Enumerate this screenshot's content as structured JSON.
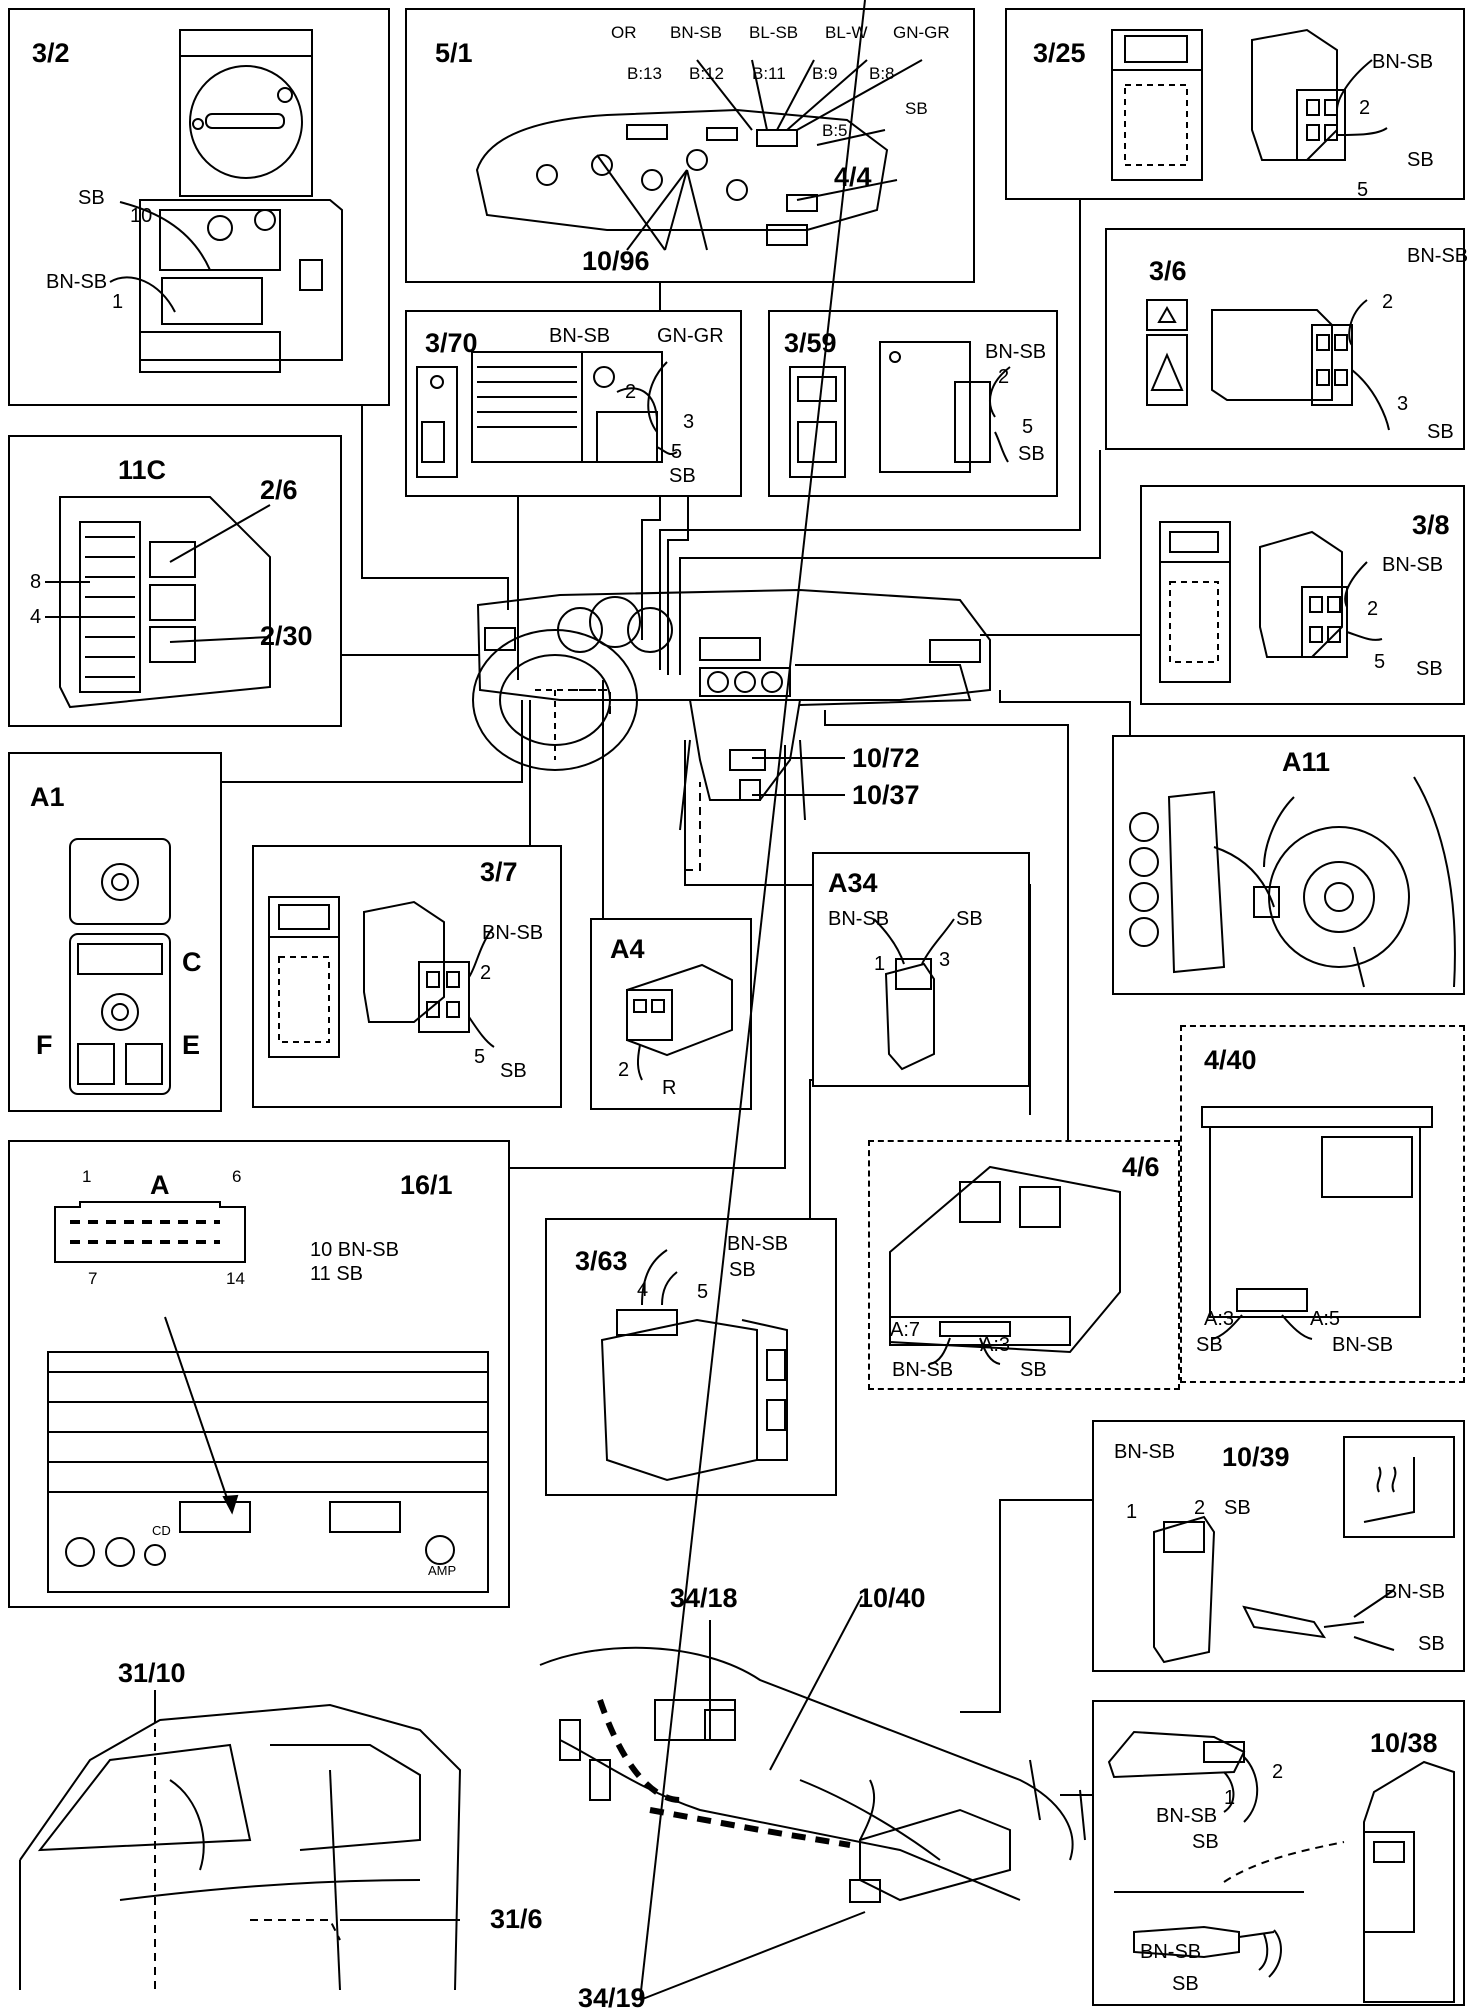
{
  "components": {
    "c3_2": {
      "id": "3/2",
      "wires": [
        "SB",
        "BN-SB"
      ],
      "pins": [
        "10",
        "1"
      ]
    },
    "c5_1": {
      "id": "5/1",
      "wires": [
        "OR",
        "BN-SB",
        "BL-SB",
        "BL-W",
        "GN-GR",
        "SB"
      ],
      "pins": [
        "B:13",
        "B:12",
        "B:11",
        "B:9",
        "B:8",
        "B:5"
      ],
      "sub": [
        "4/4",
        "10/96"
      ]
    },
    "c3_25": {
      "id": "3/25",
      "wires": [
        "BN-SB",
        "SB"
      ],
      "pins": [
        "2",
        "5"
      ]
    },
    "c3_6": {
      "id": "3/6",
      "wires": [
        "BN-SB",
        "SB"
      ],
      "pins": [
        "2",
        "3"
      ]
    },
    "c3_70": {
      "id": "3/70",
      "wires": [
        "BN-SB",
        "GN-GR",
        "SB"
      ],
      "pins": [
        "2",
        "3",
        "5"
      ]
    },
    "c3_59": {
      "id": "3/59",
      "wires": [
        "BN-SB",
        "SB"
      ],
      "pins": [
        "2",
        "5"
      ]
    },
    "c11c": {
      "id": "11C",
      "sub": [
        "2/6",
        "2/30"
      ],
      "pins": [
        "8",
        "4"
      ]
    },
    "c3_8": {
      "id": "3/8",
      "wires": [
        "BN-SB",
        "SB"
      ],
      "pins": [
        "2",
        "5"
      ]
    },
    "cA1": {
      "id": "A1",
      "sub": [
        "C",
        "F",
        "E"
      ]
    },
    "cA11": {
      "id": "A11"
    },
    "c3_7": {
      "id": "3/7",
      "wires": [
        "BN-SB",
        "SB"
      ],
      "pins": [
        "2",
        "5"
      ]
    },
    "cA4": {
      "id": "A4",
      "wires": [
        "R"
      ],
      "pins": [
        "2"
      ]
    },
    "cA34": {
      "id": "A34",
      "wires": [
        "BN-SB",
        "SB"
      ],
      "pins": [
        "1",
        "3"
      ]
    },
    "c10_72": {
      "id": "10/72"
    },
    "c10_37": {
      "id": "10/37"
    },
    "c4_40": {
      "id": "4/40",
      "pins": [
        "A:3",
        "A:5"
      ],
      "wires": [
        "SB",
        "BN-SB"
      ]
    },
    "c4_6": {
      "id": "4/6",
      "pins": [
        "A:7",
        "A:3"
      ],
      "wires": [
        "BN-SB",
        "SB"
      ]
    },
    "c16_1": {
      "id": "16/1",
      "connector": "A",
      "pins": [
        "1",
        "6",
        "7",
        "14"
      ],
      "legend": [
        "10 BN-SB",
        "11 SB"
      ],
      "labels": [
        "CD",
        "AMP"
      ]
    },
    "c3_63": {
      "id": "3/63",
      "wires": [
        "BN-SB",
        "SB"
      ],
      "pins": [
        "4",
        "5"
      ]
    },
    "c10_39": {
      "id": "10/39",
      "wires": [
        "BN-SB",
        "SB",
        "BN-SB",
        "SB"
      ],
      "pins": [
        "1",
        "2"
      ]
    },
    "c10_38": {
      "id": "10/38",
      "wires": [
        "BN-SB",
        "SB",
        "BN-SB",
        "SB"
      ],
      "pins": [
        "2",
        "1"
      ]
    },
    "c34_18": {
      "id": "34/18"
    },
    "c10_40": {
      "id": "10/40"
    },
    "c34_19": {
      "id": "34/19"
    },
    "c31_10": {
      "id": "31/10"
    },
    "c31_6": {
      "id": "31/6"
    }
  }
}
